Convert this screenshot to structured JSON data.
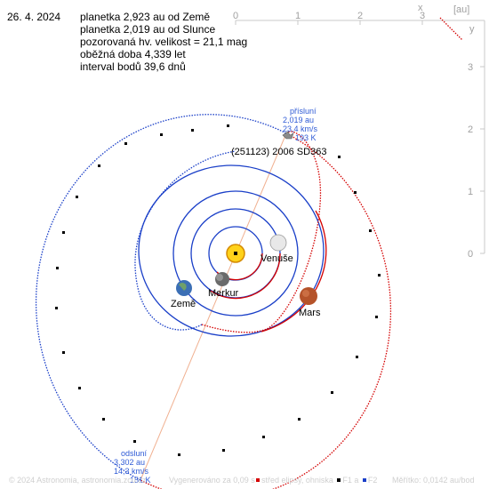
{
  "header": {
    "date": "26. 4. 2024",
    "lines": [
      "planetka 2,923 au od Země",
      "planetka 2,019 au od Slunce",
      "pozorovaná hv. velikost = 21,1 mag",
      "oběžná doba 4,339 let",
      "interval bodů 39,6 dnů"
    ]
  },
  "axes": {
    "unit": "[au]",
    "x_ticks": [
      "0",
      "1",
      "2",
      "3"
    ],
    "x_label": "x",
    "y_ticks": [
      "3",
      "2",
      "1",
      "0"
    ],
    "y_label": "y"
  },
  "asteroid": {
    "name": "(251123) 2006 SD363"
  },
  "perihelion": {
    "label": "přísluní",
    "distance": "2,019 au",
    "speed": "23,4 km/s",
    "temperature": "193 K"
  },
  "aphelion": {
    "label": "odsluní",
    "distance": "3,302 au",
    "speed": "14,3 km/s",
    "temperature": "151 K"
  },
  "bodies": {
    "sun": "",
    "mercury": "Merkur",
    "venus": "Venuše",
    "earth": "Země",
    "mars": "Mars"
  },
  "footer": {
    "copyright": "© 2024 Astronomia, astronomia.zcu.cz",
    "generated": "Vygenerováno za 0,09 s",
    "legend_center": "střed elipsy, ohniska",
    "legend_f1": "F1 a",
    "legend_f2": "F2",
    "scale": "Měřítko: 0,0142 au/bod"
  },
  "colors": {
    "inner_orbit": "#d40000",
    "outer_orbit": "#1a3fc8",
    "apsis_line": "#f0b090",
    "tick": "#a0a0a0",
    "label_blue": "#2f5bd6"
  }
}
